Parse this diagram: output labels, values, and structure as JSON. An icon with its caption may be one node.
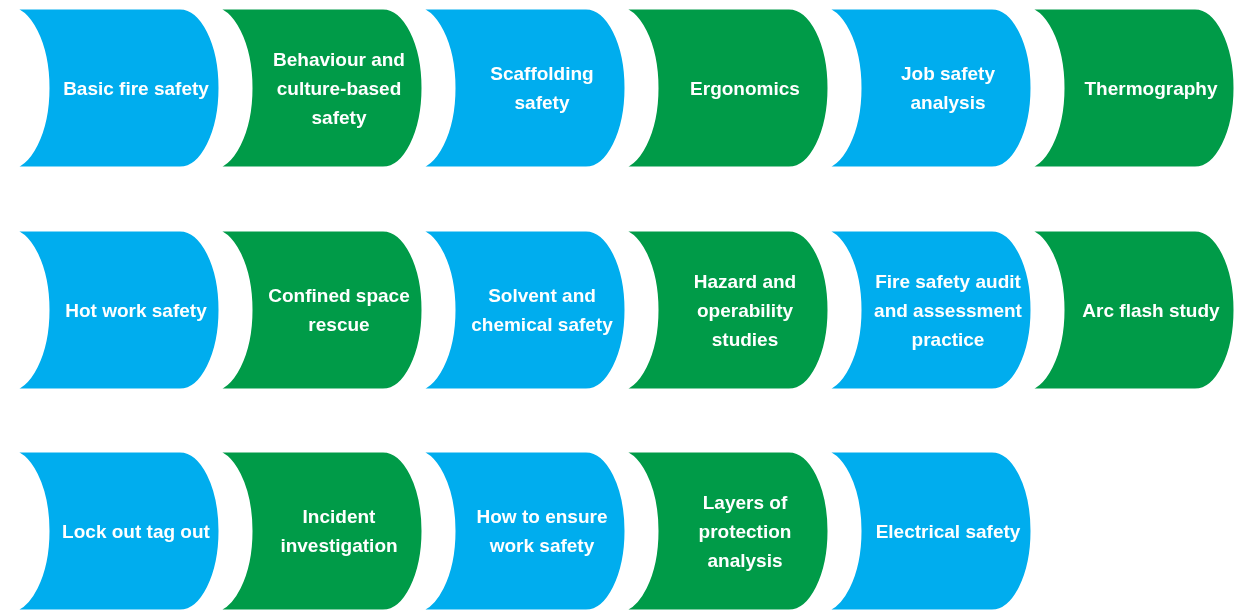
{
  "diagram": {
    "nodes": [
      {
        "text": [
          "Basic fire safety"
        ]
      },
      {
        "text": [
          "Behaviour and culture-based safety"
        ]
      },
      {
        "text": [
          "Scaffolding safety"
        ]
      },
      {
        "text": [
          "Ergonomics"
        ]
      },
      {
        "text": [
          "Job safety analysis"
        ]
      },
      {
        "text": [
          "Thermography"
        ]
      },
      {
        "text": [
          "Hot work safety"
        ]
      },
      {
        "text": [
          "Confined space rescue"
        ]
      },
      {
        "text": [
          "Solvent and chemical safety"
        ]
      },
      {
        "text": [
          "Hazard and operability studies"
        ]
      },
      {
        "text": [
          "Fire safety audit and assessment practice"
        ]
      },
      {
        "text": [
          "Arc flash study"
        ]
      },
      {
        "text": [
          "Lock out tag out"
        ]
      },
      {
        "text": [
          "Incident investigation"
        ]
      },
      {
        "text": [
          "How to ensure work safety"
        ]
      },
      {
        "text": [
          "Layers of protection analysis"
        ]
      },
      {
        "text": [
          "Electrical safety"
        ]
      }
    ]
  }
}
